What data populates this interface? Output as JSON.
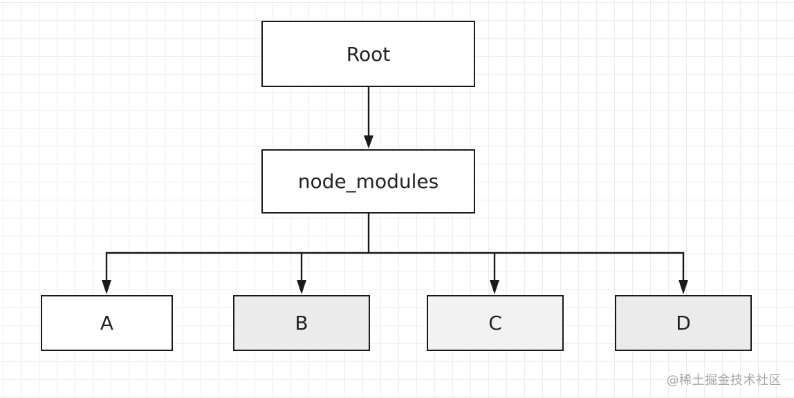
{
  "diagram": {
    "nodes": {
      "root": "Root",
      "node_modules": "node_modules",
      "a": "A",
      "b": "B",
      "c": "C",
      "d": "D"
    }
  },
  "watermark": "@稀土掘金技术社区"
}
